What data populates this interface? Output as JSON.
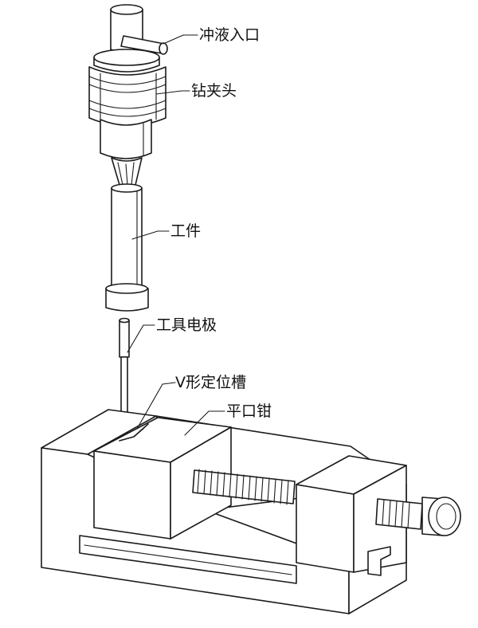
{
  "labels": {
    "flush_inlet": "冲液入口",
    "chuck": "钻夹头",
    "workpiece": "工件",
    "tool_electrode": "工具电极",
    "v_groove": "V形定位槽",
    "flat_vise": "平口钳"
  }
}
